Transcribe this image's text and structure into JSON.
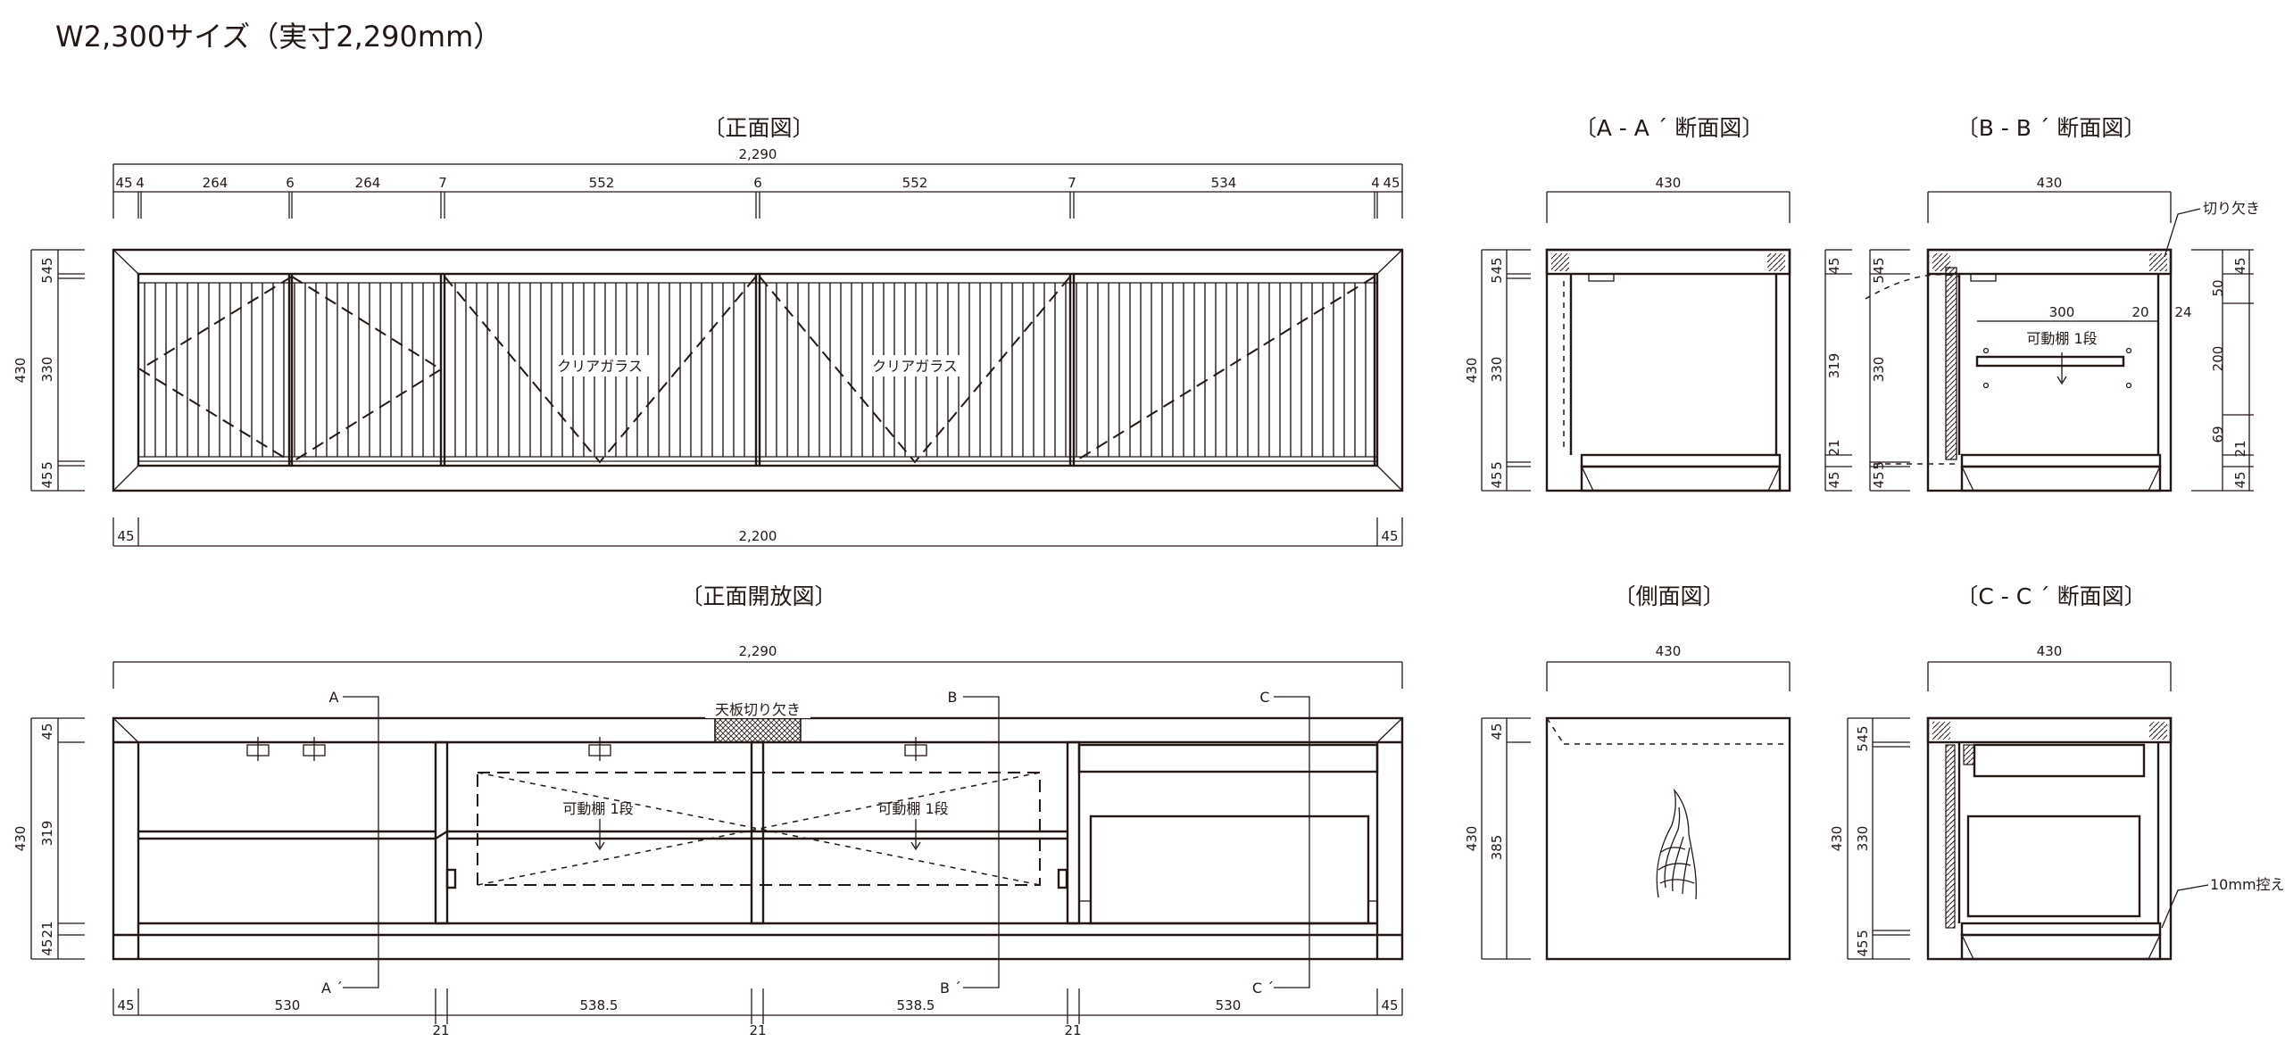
{
  "heading": "W2,300サイズ（実寸2,290mm）",
  "views": {
    "front_title": "〔正面図〕",
    "front_open_title": "〔正面開放図〕",
    "aa_title": "〔A - A ´ 断面図〕",
    "bb_title": "〔B - B ´ 断面図〕",
    "side_title": "〔側面図〕",
    "cc_title": "〔C - C ´ 断面図〕"
  },
  "labels": {
    "clear_glass": "クリアガラス",
    "movable_shelf": "可動棚 1段",
    "top_notch": "天板切り欠き",
    "notch": "切り欠き",
    "inset_10mm": "10mm控え",
    "section_a": "A",
    "section_a2": "A ´",
    "section_b": "B",
    "section_b2": "B ´",
    "section_c": "C",
    "section_c2": "C ´"
  },
  "front": {
    "overall": "2,290",
    "top_segments": [
      "45",
      "4",
      "264",
      "6",
      "264",
      "7",
      "552",
      "6",
      "552",
      "7",
      "534",
      "4",
      "45"
    ],
    "bottom_overall": "2,200",
    "bottom_left": "45",
    "bottom_right": "45",
    "height": "430",
    "vertical_segments": [
      "45",
      "5",
      "330",
      "5",
      "45"
    ]
  },
  "front_open": {
    "overall": "2,290",
    "height": "430",
    "vertical_segments": [
      "45",
      "319",
      "21",
      "45"
    ],
    "bottom_segments": [
      "45",
      "530",
      "538.5",
      "538.5",
      "530",
      "45"
    ],
    "partition_widths": [
      "21",
      "21",
      "21"
    ]
  },
  "section_aa": {
    "width": "430",
    "height": "430",
    "vertical_segments": [
      "45",
      "5",
      "330",
      "5",
      "45"
    ]
  },
  "section_bb": {
    "width": "430",
    "left_height": "430",
    "left_segments": [
      "45",
      "319",
      "21",
      "45"
    ],
    "inner_segments": [
      "45",
      "5",
      "330",
      "5",
      "45"
    ],
    "shelf_width": "300",
    "shelf_gap": "20",
    "shelf_depth": "24",
    "right_segments": [
      "45",
      "50",
      "200",
      "69",
      "21",
      "45"
    ]
  },
  "side": {
    "width": "430",
    "height": "430",
    "vertical_segments": [
      "45",
      "385"
    ]
  },
  "section_cc": {
    "width": "430",
    "height": "430",
    "vertical_segments": [
      "45",
      "5",
      "330",
      "5",
      "45"
    ]
  }
}
